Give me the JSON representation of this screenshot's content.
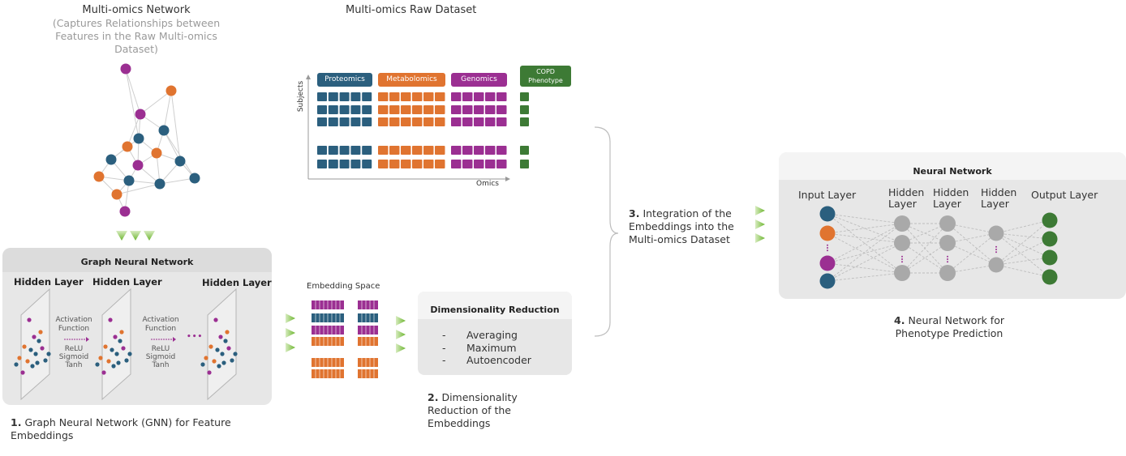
{
  "network": {
    "title": "Multi-omics Network",
    "subtitle": [
      "(Captures Relationships between",
      "Features in the Raw Multi-omics",
      "Dataset)"
    ]
  },
  "raw_dataset": {
    "title": "Multi-omics Raw Dataset",
    "headers": [
      "Proteomics",
      "Metabolomics",
      "Genomics"
    ],
    "phenotype_header": [
      "COPD",
      "Phenotype"
    ],
    "y_axis": "Subjects",
    "x_axis": "Omics"
  },
  "gnn": {
    "box_title": "Graph Neural Network",
    "hidden_layers": [
      "Hidden Layer",
      "Hidden Layer",
      "Hidden Layer"
    ],
    "activation": [
      "Activation",
      "Function"
    ],
    "functions": [
      "ReLU",
      "Sigmoid",
      "Tanh"
    ],
    "ellipsis": "•••",
    "step_num": "1.",
    "step_text": [
      "Graph Neural Network (GNN) for Feature",
      "Embeddings"
    ]
  },
  "embedding": {
    "title": "Embedding Space"
  },
  "dimred": {
    "box_title": "Dimensionality Reduction",
    "items": [
      "Averaging",
      "Maximum",
      "Autoencoder"
    ],
    "bullet": "-",
    "step_num": "2.",
    "step_text": [
      "Dimensionality",
      "Reduction of the",
      "Embeddings"
    ]
  },
  "integration": {
    "step_num": "3.",
    "step_text": [
      "Integration of the",
      "Embeddings into the",
      "Multi-omics Dataset"
    ]
  },
  "nn": {
    "box_title": "Neural Network",
    "layers": [
      "Input Layer",
      "Hidden",
      "Layer",
      "Hidden",
      "Layer",
      "Hidden",
      "Layer",
      "Output Layer"
    ],
    "step_num": "4.",
    "step_text": [
      "Neural Network for",
      "Phenotype Prediction"
    ]
  },
  "colors": {
    "blue": "#2b5f7e",
    "orange": "#e07430",
    "purple": "#9b2f92",
    "green": "#3d7a35",
    "gray_node": "#a9a9a9",
    "panel": "#e7e7e7",
    "arrow_green": "#7cbf3c"
  }
}
